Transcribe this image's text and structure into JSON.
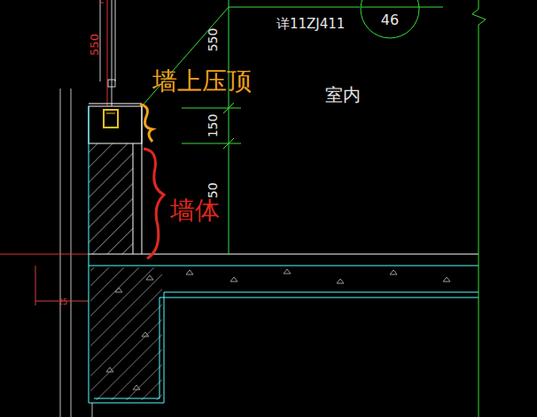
{
  "diagram": {
    "nodes": [
      {
        "text": [
          "46"
        ]
      }
    ],
    "labels": [
      "墙上压顶",
      "墙体",
      "室内",
      "详11ZJ411",
      "550",
      "550",
      "150",
      "50",
      "25"
    ]
  }
}
